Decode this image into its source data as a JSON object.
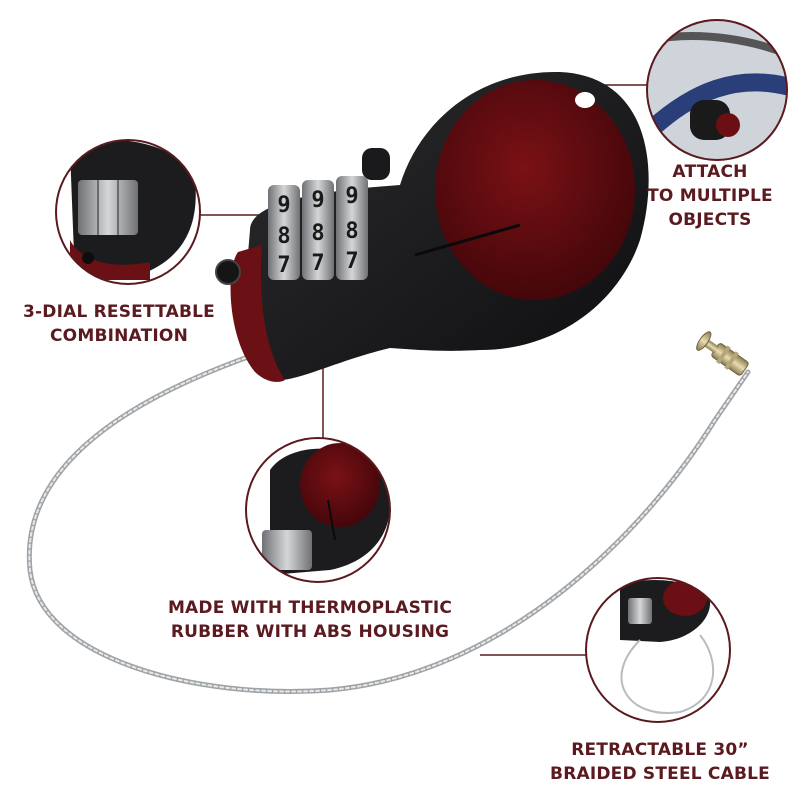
{
  "callouts": {
    "attach": {
      "line1": "ATTACH",
      "line2": "TO MULTIPLE",
      "line3": "OBJECTS"
    },
    "dial": {
      "line1": "3-DIAL RESETTABLE",
      "line2": "COMBINATION"
    },
    "material": {
      "line1": "MADE WITH THERMOPLASTIC",
      "line2": "RUBBER WITH ABS HOUSING"
    },
    "cable": {
      "line1": "RETRACTABLE 30”",
      "line2": "BRAIDED STEEL CABLE"
    }
  },
  "dials": {
    "top_row": [
      "9",
      "9",
      "9"
    ],
    "mid_row": [
      "8",
      "8",
      "8"
    ],
    "bottom_row": [
      "7",
      "7",
      "7"
    ]
  },
  "colors": {
    "accent": "#5a1a1f",
    "housing": "#1c1c1e",
    "insert": "#6b0f14",
    "cable": "#c9cccf"
  }
}
